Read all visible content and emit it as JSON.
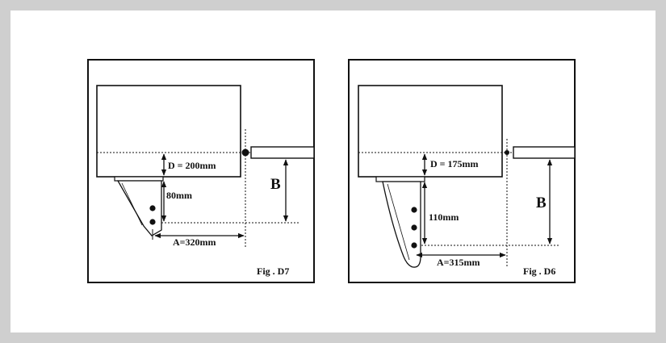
{
  "figures": [
    {
      "id": "d7",
      "caption": "Fig . D7",
      "labels": {
        "d": "D = 200mm",
        "height": "80mm",
        "a": "A=320mm",
        "b": "B"
      }
    },
    {
      "id": "d6",
      "caption": "Fig . D6",
      "labels": {
        "d": "D = 175mm",
        "height": "110mm",
        "a": "A=315mm",
        "b": "B"
      }
    }
  ]
}
